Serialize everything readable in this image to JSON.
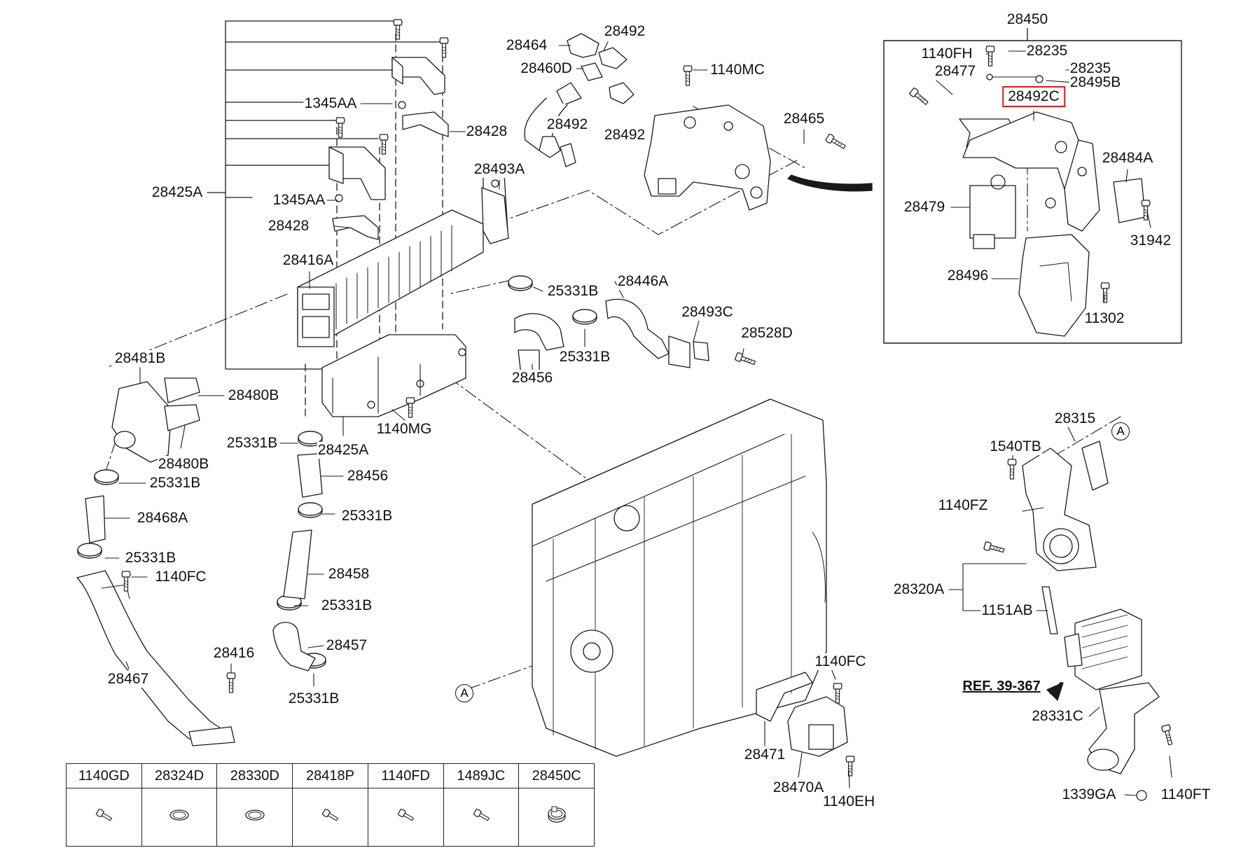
{
  "callouts": [
    {
      "id": "1345AA_upper",
      "text": "1345AA"
    },
    {
      "id": "28428_upper",
      "text": "28428"
    },
    {
      "id": "28425A_left",
      "text": "28425A"
    },
    {
      "id": "1345AA_lower",
      "text": "1345AA"
    },
    {
      "id": "28428_lower",
      "text": "28428"
    },
    {
      "id": "28416A",
      "text": "28416A"
    },
    {
      "id": "28493A",
      "text": "28493A"
    },
    {
      "id": "28464",
      "text": "28464"
    },
    {
      "id": "28492_a",
      "text": "28492"
    },
    {
      "id": "28460D",
      "text": "28460D"
    },
    {
      "id": "1140MC",
      "text": "1140MC"
    },
    {
      "id": "28492_b",
      "text": "28492"
    },
    {
      "id": "28492_c",
      "text": "28492"
    },
    {
      "id": "28465",
      "text": "28465"
    },
    {
      "id": "28450",
      "text": "28450"
    },
    {
      "id": "1140FH",
      "text": "1140FH"
    },
    {
      "id": "28235_a",
      "text": "28235"
    },
    {
      "id": "28235_b",
      "text": "28235"
    },
    {
      "id": "28477",
      "text": "28477"
    },
    {
      "id": "28495B",
      "text": "28495B"
    },
    {
      "id": "28492C",
      "text": "28492C",
      "highlight": true
    },
    {
      "id": "28484A",
      "text": "28484A"
    },
    {
      "id": "28479",
      "text": "28479"
    },
    {
      "id": "31942",
      "text": "31942"
    },
    {
      "id": "28496",
      "text": "28496"
    },
    {
      "id": "11302",
      "text": "11302"
    },
    {
      "id": "25331B_a",
      "text": "25331B"
    },
    {
      "id": "28446A",
      "text": "28446A"
    },
    {
      "id": "28493C",
      "text": "28493C"
    },
    {
      "id": "28528D",
      "text": "28528D"
    },
    {
      "id": "25331B_b",
      "text": "25331B"
    },
    {
      "id": "28456_a",
      "text": "28456"
    },
    {
      "id": "28481B",
      "text": "28481B"
    },
    {
      "id": "28480B_a",
      "text": "28480B"
    },
    {
      "id": "28480B_b",
      "text": "28480B"
    },
    {
      "id": "25331B_c",
      "text": "25331B"
    },
    {
      "id": "28425A_lower",
      "text": "28425A"
    },
    {
      "id": "1140MG",
      "text": "1140MG"
    },
    {
      "id": "25331B_d",
      "text": "25331B"
    },
    {
      "id": "28456_b",
      "text": "28456"
    },
    {
      "id": "28468A",
      "text": "28468A"
    },
    {
      "id": "25331B_e",
      "text": "25331B"
    },
    {
      "id": "25331B_f",
      "text": "25331B"
    },
    {
      "id": "1140FC_a",
      "text": "1140FC"
    },
    {
      "id": "28458",
      "text": "28458"
    },
    {
      "id": "25331B_g",
      "text": "25331B"
    },
    {
      "id": "28457",
      "text": "28457"
    },
    {
      "id": "28416",
      "text": "28416"
    },
    {
      "id": "28467",
      "text": "28467"
    },
    {
      "id": "25331B_h",
      "text": "25331B"
    },
    {
      "id": "28315",
      "text": "28315"
    },
    {
      "id": "1540TB",
      "text": "1540TB"
    },
    {
      "id": "1140FZ",
      "text": "1140FZ"
    },
    {
      "id": "28320A",
      "text": "28320A"
    },
    {
      "id": "1151AB",
      "text": "1151AB"
    },
    {
      "id": "REF",
      "text": "REF. 39-367",
      "ref": true
    },
    {
      "id": "28331C",
      "text": "28331C"
    },
    {
      "id": "1339GA",
      "text": "1339GA"
    },
    {
      "id": "1140FT",
      "text": "1140FT"
    },
    {
      "id": "1140FC_b",
      "text": "1140FC"
    },
    {
      "id": "28471",
      "text": "28471"
    },
    {
      "id": "28470A",
      "text": "28470A"
    },
    {
      "id": "1140EH",
      "text": "1140EH"
    }
  ],
  "reference_marks": [
    {
      "id": "A_top",
      "text": "A"
    },
    {
      "id": "A_bottom",
      "text": "A"
    }
  ],
  "legend": {
    "headers": [
      "1140GD",
      "28324D",
      "28330D",
      "28418P",
      "1140FD",
      "1489JC",
      "28450C"
    ],
    "icons": [
      "bolt",
      "gasket-ring",
      "gasket-ring",
      "bolt",
      "bolt",
      "bolt",
      "hose-clamp"
    ]
  },
  "colors": {
    "line": "#1a1a1a",
    "highlight": "#d81e1e"
  }
}
